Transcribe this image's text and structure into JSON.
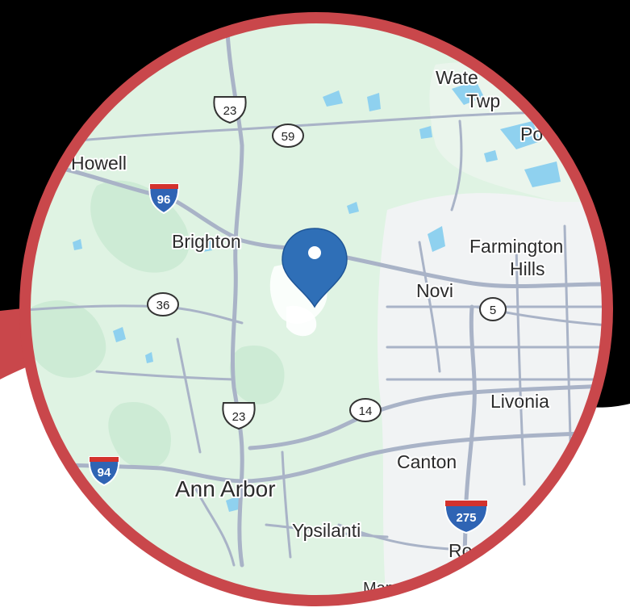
{
  "colors": {
    "background_dark": "#000000",
    "background_light": "#ffffff",
    "accent_red": "#c9474b",
    "map_green": "#dff3e3",
    "map_forest": "#cdebd5",
    "urban": "#f1f3f4",
    "water": "#8fd1ef",
    "road": "#a9b3c7",
    "interstate_blue": "#2f64b4",
    "interstate_red": "#d3322d",
    "pin_blue": "#2f6fb7"
  },
  "map": {
    "places": {
      "waterford_line1": "Wate",
      "waterford_line2": "Twp",
      "pontiac": "Po",
      "howell": "Howell",
      "brighton": "Brighton",
      "farmington_line1": "Farmington",
      "farmington_line2": "Hills",
      "novi": "Novi",
      "livonia": "Livonia",
      "canton": "Canton",
      "ann_arbor": "Ann Arbor",
      "ypsilanti": "Ypsilanti",
      "romulus": "Ro",
      "attribution": "Map"
    },
    "shields": {
      "us23_north": "23",
      "m59": "59",
      "i96": "96",
      "m36": "36",
      "m5": "5",
      "us23_south": "23",
      "m14": "14",
      "i94": "94",
      "i275": "275"
    },
    "marker": {
      "icon": "map-pin-icon"
    }
  }
}
